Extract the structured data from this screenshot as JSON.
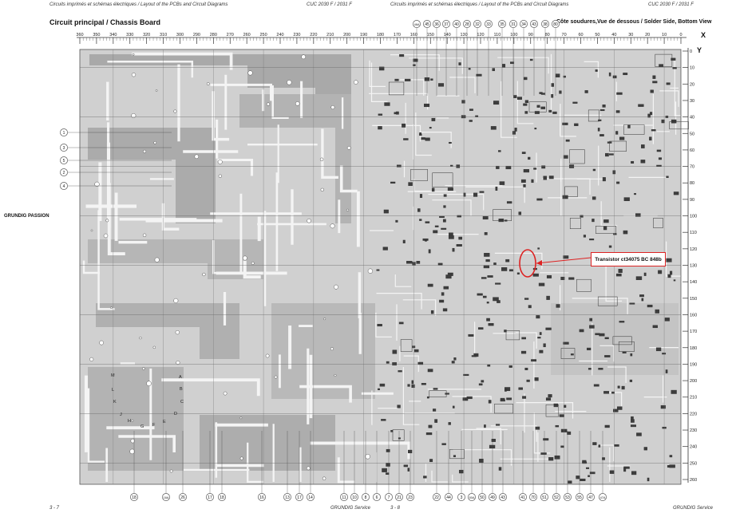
{
  "header": {
    "left_caption": "Circuits imprimés et schémas électriques / Layout of the PCBs and Circuit Diagrams",
    "model_left": "CUC 2030 F / 2031 F",
    "right_caption": "Circuits imprimés et schémas électriques / Layout of the PCBs and Circuit Diagrams",
    "model_right": "CUC 2030 F / 2031 F"
  },
  "titles": {
    "board": "Circuit principal / Chassis Board",
    "side": "Côte soudures,Vue de dessous / Solder Side, Bottom View"
  },
  "side_label": "GRUNDIG PASSION",
  "axes": {
    "x_name": "X",
    "y_name": "Y",
    "x_ticks": [
      "360",
      "350",
      "340",
      "330",
      "320",
      "310",
      "300",
      "290",
      "280",
      "270",
      "260",
      "250",
      "240",
      "230",
      "220",
      "210",
      "200",
      "190",
      "180",
      "170",
      "160",
      "150",
      "140",
      "130",
      "120",
      "110",
      "100",
      "90",
      "80",
      "70",
      "60",
      "50",
      "40",
      "30",
      "20",
      "10",
      "0"
    ],
    "y_ticks": [
      "0",
      "10",
      "20",
      "30",
      "40",
      "50",
      "60",
      "70",
      "80",
      "90",
      "100",
      "110",
      "120",
      "130",
      "140",
      "150",
      "160",
      "170",
      "180",
      "190",
      "200",
      "210",
      "220",
      "230",
      "240",
      "250",
      "260"
    ]
  },
  "top_markers": [
    "46A",
    "45",
    "36",
    "37",
    "40",
    "28",
    "32",
    "33",
    "35",
    "31",
    "34",
    "43",
    "38",
    "80"
  ],
  "left_markers": [
    "1",
    "3",
    "5",
    "2",
    "4"
  ],
  "bottom_markers": [
    "18",
    "16A",
    "26",
    "17",
    "18",
    "16",
    "13",
    "17",
    "14",
    "11",
    "10",
    "8",
    "6",
    "7",
    "21",
    "23",
    "22",
    "44",
    "3",
    "50A",
    "50",
    "49",
    "43",
    "41",
    "70",
    "51",
    "52",
    "53",
    "55",
    "47",
    "47A"
  ],
  "connector_letters": [
    "M",
    "A",
    "L",
    "B",
    "K",
    "C",
    "J",
    "D",
    "H",
    "G",
    "F",
    "E"
  ],
  "callout": "Transistor ct34075 BC 848b",
  "footer": {
    "left_page": "3 - 7",
    "left_brand": "GRUNDIG Service",
    "right_page": "3 - 8",
    "right_brand": "GRUNDIG Service"
  },
  "colors": {
    "trace": "#bdbdbd",
    "component": "#444444",
    "grid": "#555555",
    "callout": "#dd2222"
  }
}
